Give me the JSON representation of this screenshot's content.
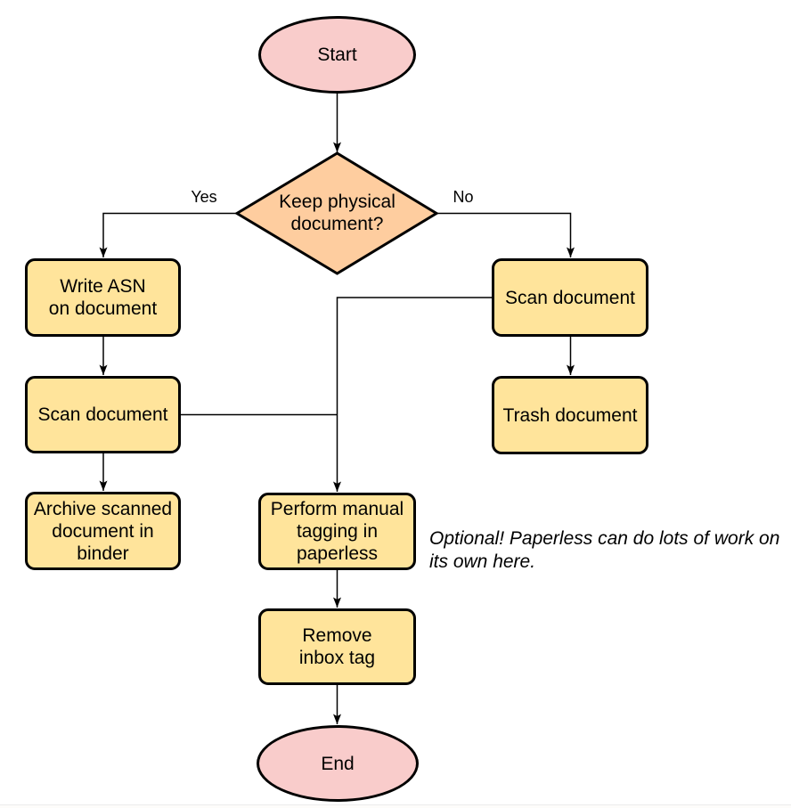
{
  "diagram": {
    "nodes": {
      "start": {
        "label": "Start",
        "type": "terminator"
      },
      "decision": {
        "label": "Keep physical\ndocument?",
        "type": "decision"
      },
      "write_asn": {
        "label": "Write ASN\non document",
        "type": "process"
      },
      "scan_left": {
        "label": "Scan document",
        "type": "process"
      },
      "archive": {
        "label": "Archive scanned\ndocument in\nbinder",
        "type": "process"
      },
      "scan_right": {
        "label": "Scan document",
        "type": "process"
      },
      "trash": {
        "label": "Trash document",
        "type": "process"
      },
      "perform_tagging": {
        "label": "Perform manual\ntagging in\npaperless",
        "type": "process"
      },
      "remove_inbox": {
        "label": "Remove\ninbox tag",
        "type": "process"
      },
      "end": {
        "label": "End",
        "type": "terminator"
      }
    },
    "edge_labels": {
      "yes": "Yes",
      "no": "No"
    },
    "note": "Optional! Paperless can do lots of work on\nits own here.",
    "colors": {
      "terminator_fill": "#F9CCCB",
      "decision_fill": "#FECD9F",
      "process_fill": "#FFE49B",
      "stroke": "#000000",
      "background": "#FFFFFF"
    }
  }
}
